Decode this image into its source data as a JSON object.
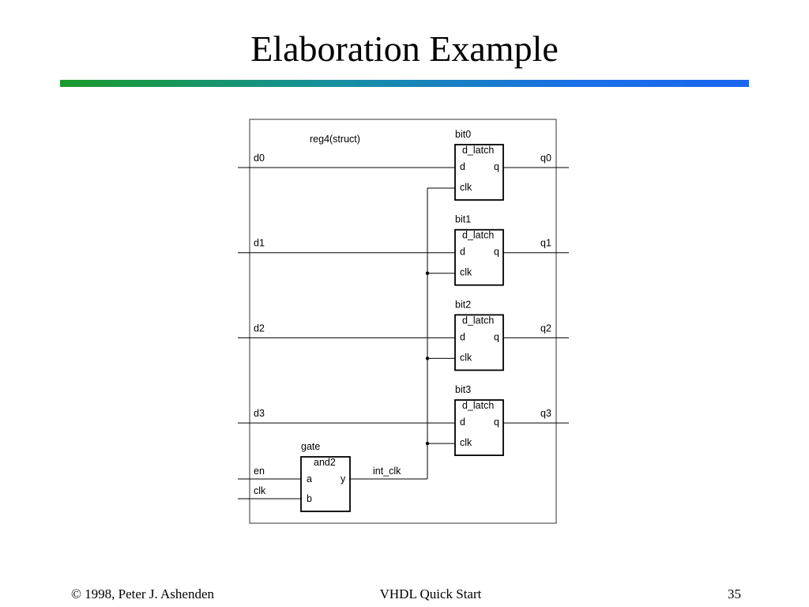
{
  "slide": {
    "title": "Elaboration Example",
    "footer_left": "© 1998, Peter J. Ashenden",
    "footer_center": "VHDL Quick Start",
    "footer_right": "35"
  },
  "diagram": {
    "container_label": "reg4(struct)",
    "latches": [
      {
        "instance": "bit0",
        "component": "d_latch",
        "port_d": "d",
        "port_q": "q",
        "port_clk": "clk",
        "input": "d0",
        "output": "q0"
      },
      {
        "instance": "bit1",
        "component": "d_latch",
        "port_d": "d",
        "port_q": "q",
        "port_clk": "clk",
        "input": "d1",
        "output": "q1"
      },
      {
        "instance": "bit2",
        "component": "d_latch",
        "port_d": "d",
        "port_q": "q",
        "port_clk": "clk",
        "input": "d2",
        "output": "q2"
      },
      {
        "instance": "bit3",
        "component": "d_latch",
        "port_d": "d",
        "port_q": "q",
        "port_clk": "clk",
        "input": "d3",
        "output": "q3"
      }
    ],
    "gate": {
      "instance": "gate",
      "component": "and2",
      "port_a": "a",
      "port_b": "b",
      "port_y": "y",
      "input_a": "en",
      "input_b": "clk",
      "output_signal": "int_clk"
    }
  }
}
